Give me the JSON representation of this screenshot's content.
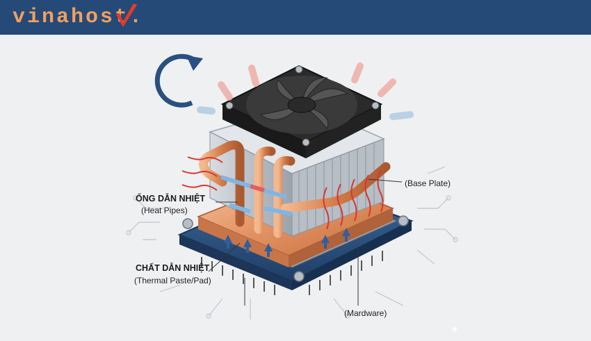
{
  "header": {
    "logo_text": "vinahost",
    "brand_bg": "#264a78",
    "brand_accent": "#e8642c"
  },
  "labels": {
    "heat_pipes_vi": "ỐNG DẪN NHIỆT",
    "heat_pipes_en": "(Heat Pipes)",
    "thermal_paste_vi": "CHẤT DẪN NHIỆT",
    "thermal_paste_en": "(Thermal Paste/Pad)",
    "base_plate": "(Base Plate)",
    "hardware": "(Mardware)"
  },
  "icons": {
    "rotation": "rotation-arrow-icon",
    "fan": "cooling-fan-icon",
    "sparkle": "sparkle-icon"
  }
}
